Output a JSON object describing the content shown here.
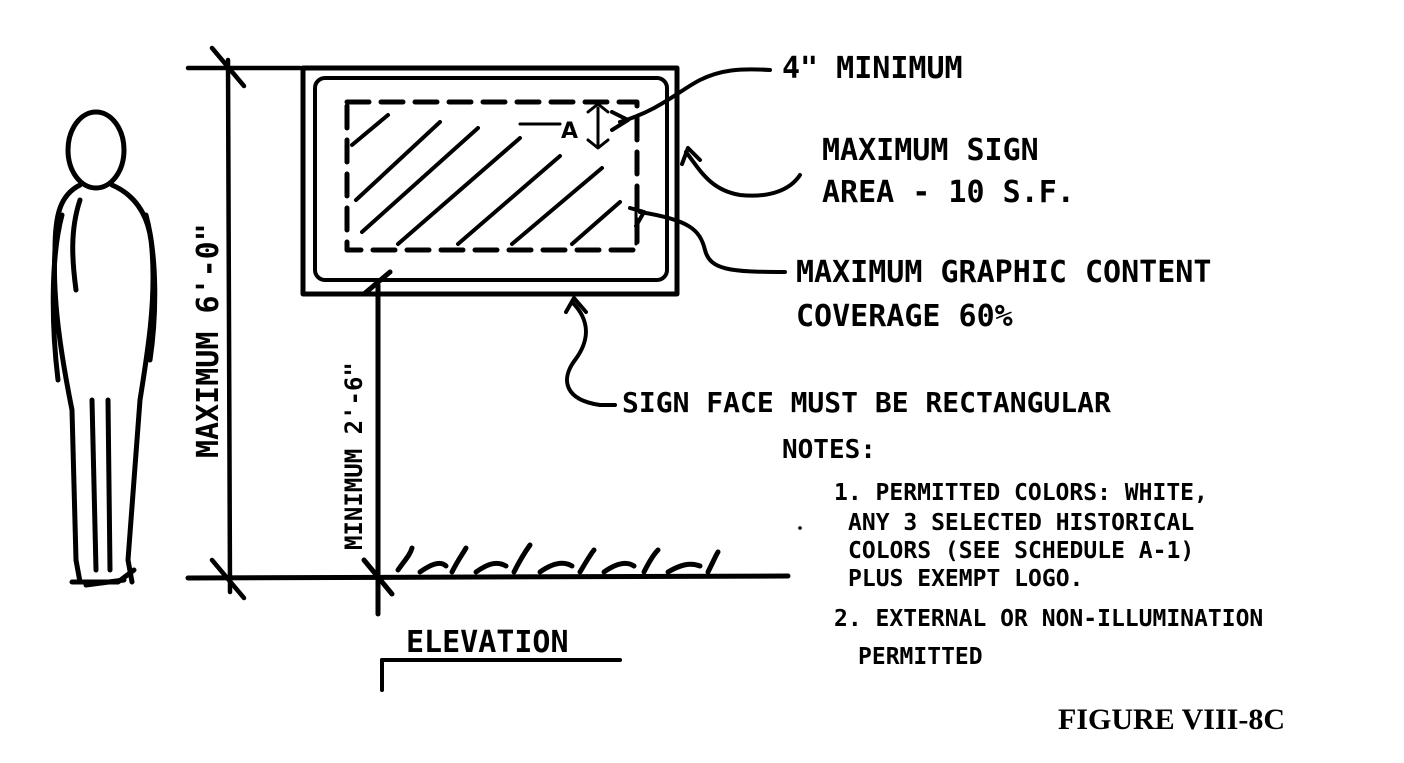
{
  "figure": {
    "caption": "FIGURE VIII-8C"
  },
  "labels": {
    "min_border": "4\" MINIMUM",
    "max_sign_area_line1": "MAXIMUM SIGN",
    "max_sign_area_line2": "AREA - 10 S.F.",
    "graphic_content_line1": "MAXIMUM GRAPHIC CONTENT",
    "graphic_content_line2": "COVERAGE 60%",
    "rectangular": "SIGN FACE MUST BE RECTANGULAR",
    "max_height": "MAXIMUM 6'-0\"",
    "min_clearance": "MINIMUM 2'-6\"",
    "elevation": "ELEVATION",
    "border_marker": "A"
  },
  "notes": {
    "heading": "NOTES:",
    "items": [
      [
        "1. PERMITTED COLORS: WHITE,",
        "ANY 3 SELECTED HISTORICAL",
        "COLORS (SEE SCHEDULE A-1)",
        "PLUS EXEMPT LOGO."
      ],
      [
        "2. EXTERNAL OR NON-ILLUMINATION",
        "PERMITTED"
      ]
    ]
  }
}
